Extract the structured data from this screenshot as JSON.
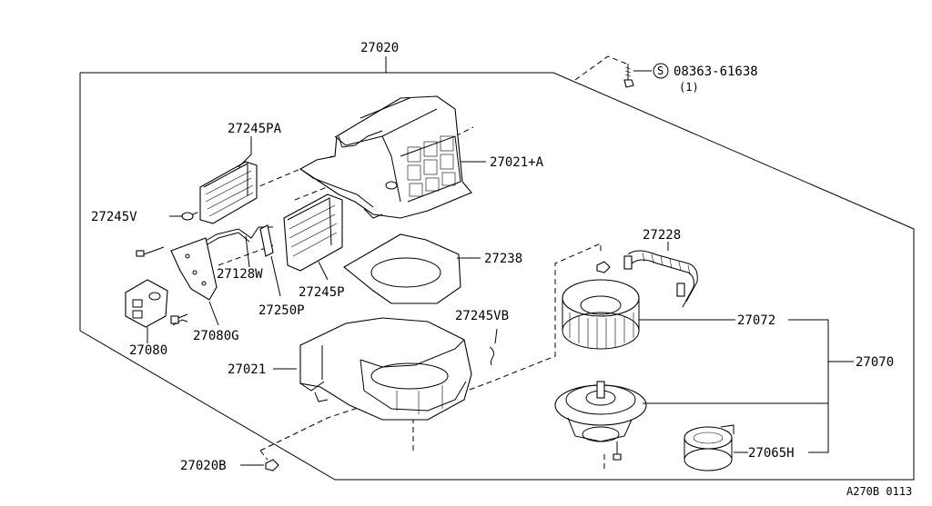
{
  "diagram": {
    "parts": {
      "p27020": "27020",
      "p27021A": "27021+A",
      "p27245PA": "27245PA",
      "p27245V": "27245V",
      "p27128W": "27128W",
      "p27245P": "27245P",
      "p27250P": "27250P",
      "p27238": "27238",
      "p27080G": "27080G",
      "p27080": "27080",
      "p27245VB": "27245VB",
      "p27021": "27021",
      "p27020B": "27020B",
      "p27228": "27228",
      "p27072": "27072",
      "p27070": "27070",
      "p27065H": "27065H"
    },
    "bolt_spec": {
      "symbol": "S",
      "number": "08363-61638",
      "qty": "(1)"
    },
    "figure_code": "A270B 0113"
  }
}
